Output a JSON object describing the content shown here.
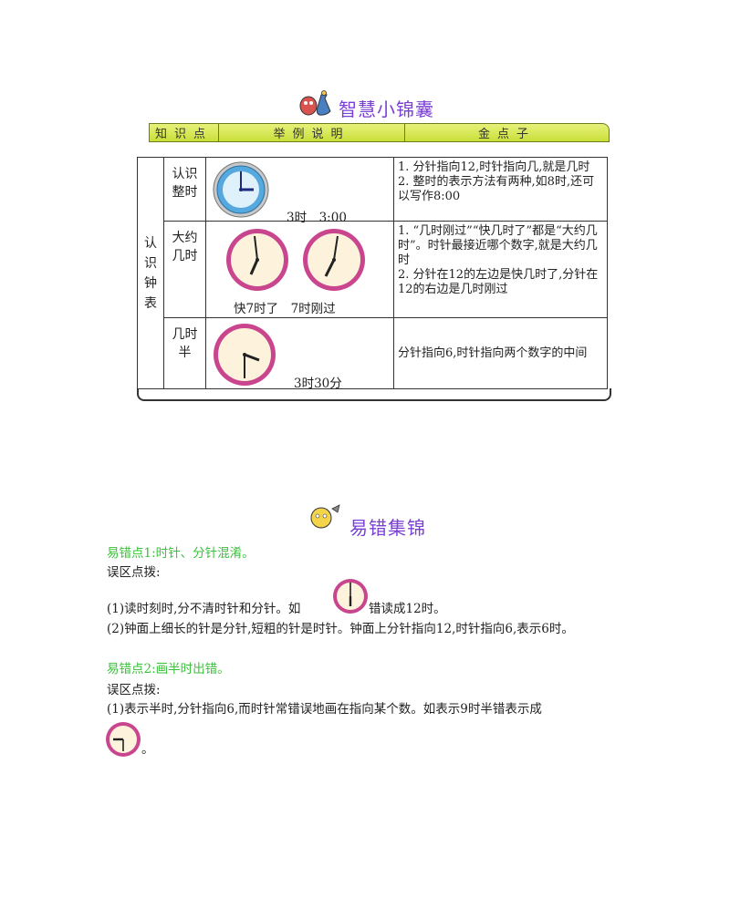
{
  "section1": {
    "title": "智慧小锦囊",
    "headers": [
      "知识点",
      "举例说明",
      "金点子"
    ]
  },
  "table": {
    "main_label": "认识钟表",
    "rows": [
      {
        "sub": "认识整时",
        "caption": "3时　3:00",
        "desc": "1. 分针指向12,时针指向几,就是几时\n2. 整时的表示方法有两种,如8时,还可以写作8:00"
      },
      {
        "sub": "大约几时",
        "caption": "快7时了　7时刚过",
        "desc": "1. “几时刚过”“快几时了”都是“大约几时”。时针最接近哪个数字,就是大约几时\n2. 分针在12的左边是快几时了,分针在12的右边是几时刚过"
      },
      {
        "sub": "几时半",
        "caption": "3时30分",
        "desc": "分针指向6,时针指向两个数字的中间"
      }
    ]
  },
  "section2": {
    "title": "易错集锦",
    "point1": "易错点1:时针、分针混淆。",
    "hint1": "误区点拨:",
    "p1a": "(1)读时刻时,分不清时针和分针。如",
    "p1b": "错读成12时。",
    "p2": "(2)钟面上细长的针是分针,短粗的针是时针。钟面上分针指向12,时针指向6,表示6时。",
    "point2": "易错点2:画半时出错。",
    "hint2": "误区点拨:",
    "p3": "(1)表示半时,分针指向6,而时针常错误地画在指向某个数。如表示9时半错表示成",
    "p3end": "。"
  },
  "colors": {
    "purple": "#7b3fd6",
    "green": "#39c23a",
    "pink": "#c9468e",
    "blue": "#56a9de"
  }
}
